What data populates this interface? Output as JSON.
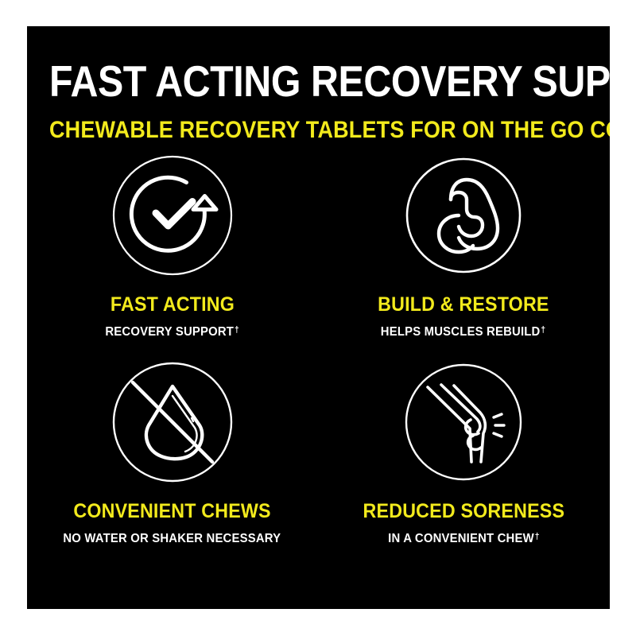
{
  "panel": {
    "background_color": "#000000",
    "frame_color": "#ffffff",
    "accent_color": "#f2ea1c",
    "text_color": "#ffffff"
  },
  "header": {
    "headline": "FAST ACTING RECOVERY SUPPORT",
    "headline_period": ".",
    "subhead": "CHEWABLE RECOVERY TABLETS FOR ON THE GO CONVENIENCE"
  },
  "features": [
    {
      "icon": "circular-arrow-check-icon",
      "title": "FAST ACTING",
      "subtitle": "RECOVERY SUPPORT",
      "footnote_mark": "†"
    },
    {
      "icon": "flexed-bicep-icon",
      "title": "BUILD & RESTORE",
      "subtitle": "HELPS MUSCLES REBUILD",
      "footnote_mark": "†"
    },
    {
      "icon": "no-water-droplet-icon",
      "title": "CONVENIENT CHEWS",
      "subtitle": "NO WATER OR SHAKER NECESSARY",
      "footnote_mark": ""
    },
    {
      "icon": "knee-joint-icon",
      "title": "REDUCED SORENESS",
      "subtitle": "IN A CONVENIENT CHEW",
      "footnote_mark": "†"
    }
  ]
}
